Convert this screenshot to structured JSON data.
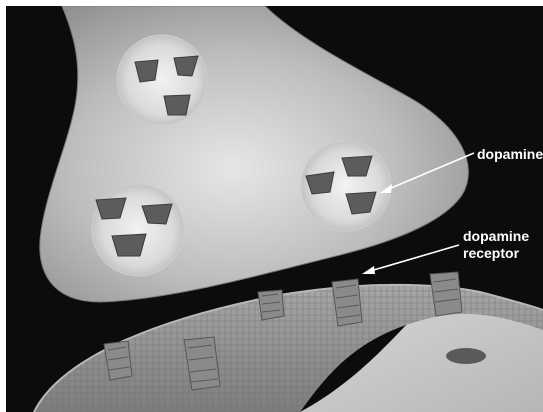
{
  "labels": {
    "dopamine": "dopamine",
    "receptor_line1": "dopamine",
    "receptor_line2": "receptor"
  },
  "colors": {
    "background": "#0c0c0c",
    "terminal": "#bdbdbd",
    "membrane": "#9a9a9a",
    "cell_body": "#cfcfcf",
    "label_text": "#ffffff"
  }
}
